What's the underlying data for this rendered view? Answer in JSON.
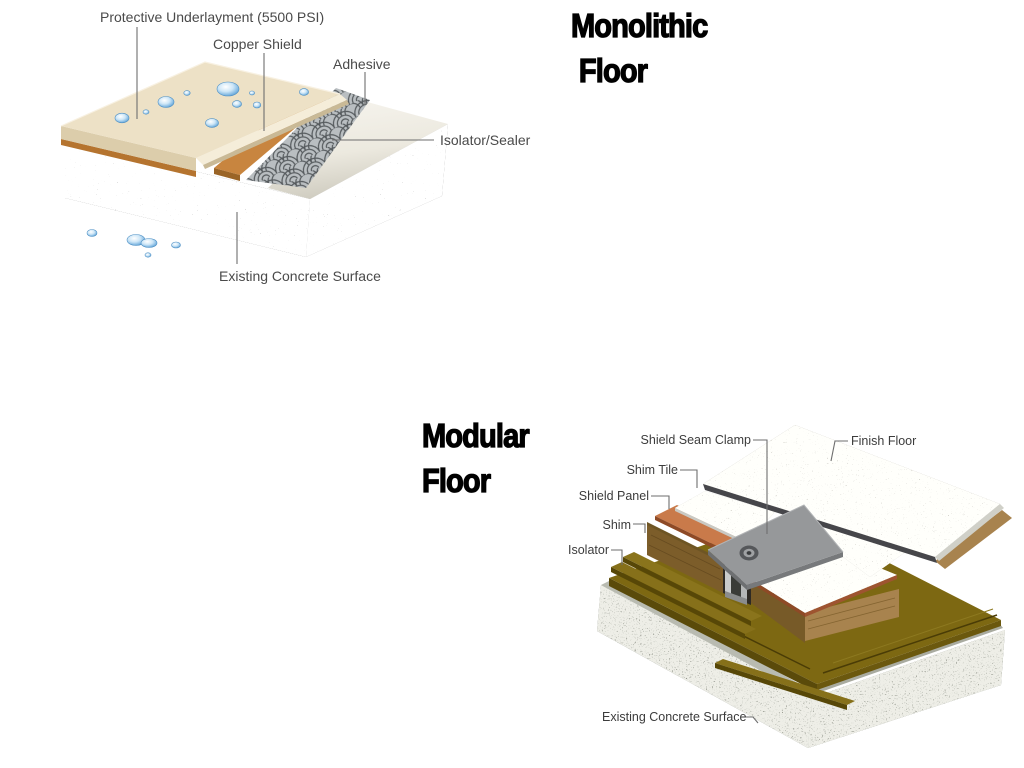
{
  "monolithic": {
    "title_line1": "Monolithic",
    "title_line2": "Floor",
    "labels": {
      "underlayment": "Protective Underlayment (5500 PSI)",
      "copper_shield": "Copper Shield",
      "adhesive": "Adhesive",
      "isolator_sealer": "Isolator/Sealer",
      "concrete": "Existing Concrete Surface"
    }
  },
  "modular": {
    "title_line1": "Modular",
    "title_line2": "Floor",
    "labels": {
      "seam_clamp": "Shield Seam Clamp",
      "finish_floor": "Finish Floor",
      "shim_tile": "Shim Tile",
      "shield_panel": "Shield Panel",
      "shim": "Shim",
      "isolator": "Isolator",
      "concrete": "Existing Concrete Surface"
    }
  },
  "colors": {
    "cream_slab": "#ede1c6",
    "cream_bevel": "#f5edd9",
    "cream_face": "#dccdab",
    "copper": "#c8853f",
    "copper_dark": "#9a6426",
    "adhesive_gray": "#b0b5b8",
    "isolator_white": "#f4f2ec",
    "concrete_gray": "#989898",
    "droplet_blue": "#5b9bd5",
    "olive": "#7d6812",
    "olive_dark": "#5a4a0a",
    "wood_light": "#a8834e",
    "wood_dark": "#7c5d2a",
    "orange_panel": "#c06a3a",
    "orange_edge": "#8e4a26",
    "tile_white": "#edece6",
    "finish_tan": "#b4ac9a",
    "clamp_gray": "#96989a",
    "concrete2_top": "#8e9186",
    "concrete2_face": "#62645c",
    "concrete2_margin": "#b9bbb1",
    "label_text": "#4a4a4a",
    "title_black": "#000000"
  }
}
